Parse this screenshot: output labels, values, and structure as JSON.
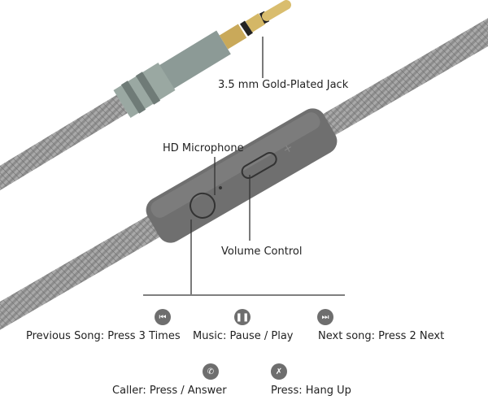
{
  "callouts": {
    "jack": "3.5 mm Gold-Plated Jack",
    "microphone": "HD Microphone",
    "volume": "Volume Control"
  },
  "functions": [
    {
      "icon": "previous-icon",
      "label": "Previous Song: Press 3 Times"
    },
    {
      "icon": "pause-icon",
      "label": "Music: Pause / Play"
    },
    {
      "icon": "next-icon",
      "label": "Next song: Press 2 Next"
    },
    {
      "icon": "phone-icon",
      "label": "Caller: Press / Answer"
    },
    {
      "icon": "hang-up-icon",
      "label": "Press: Hang Up"
    }
  ],
  "colors": {
    "cable": "#8a8a8a",
    "remote": "#707070",
    "icon": "#6e6e6e",
    "gold": "#c9a95a"
  }
}
